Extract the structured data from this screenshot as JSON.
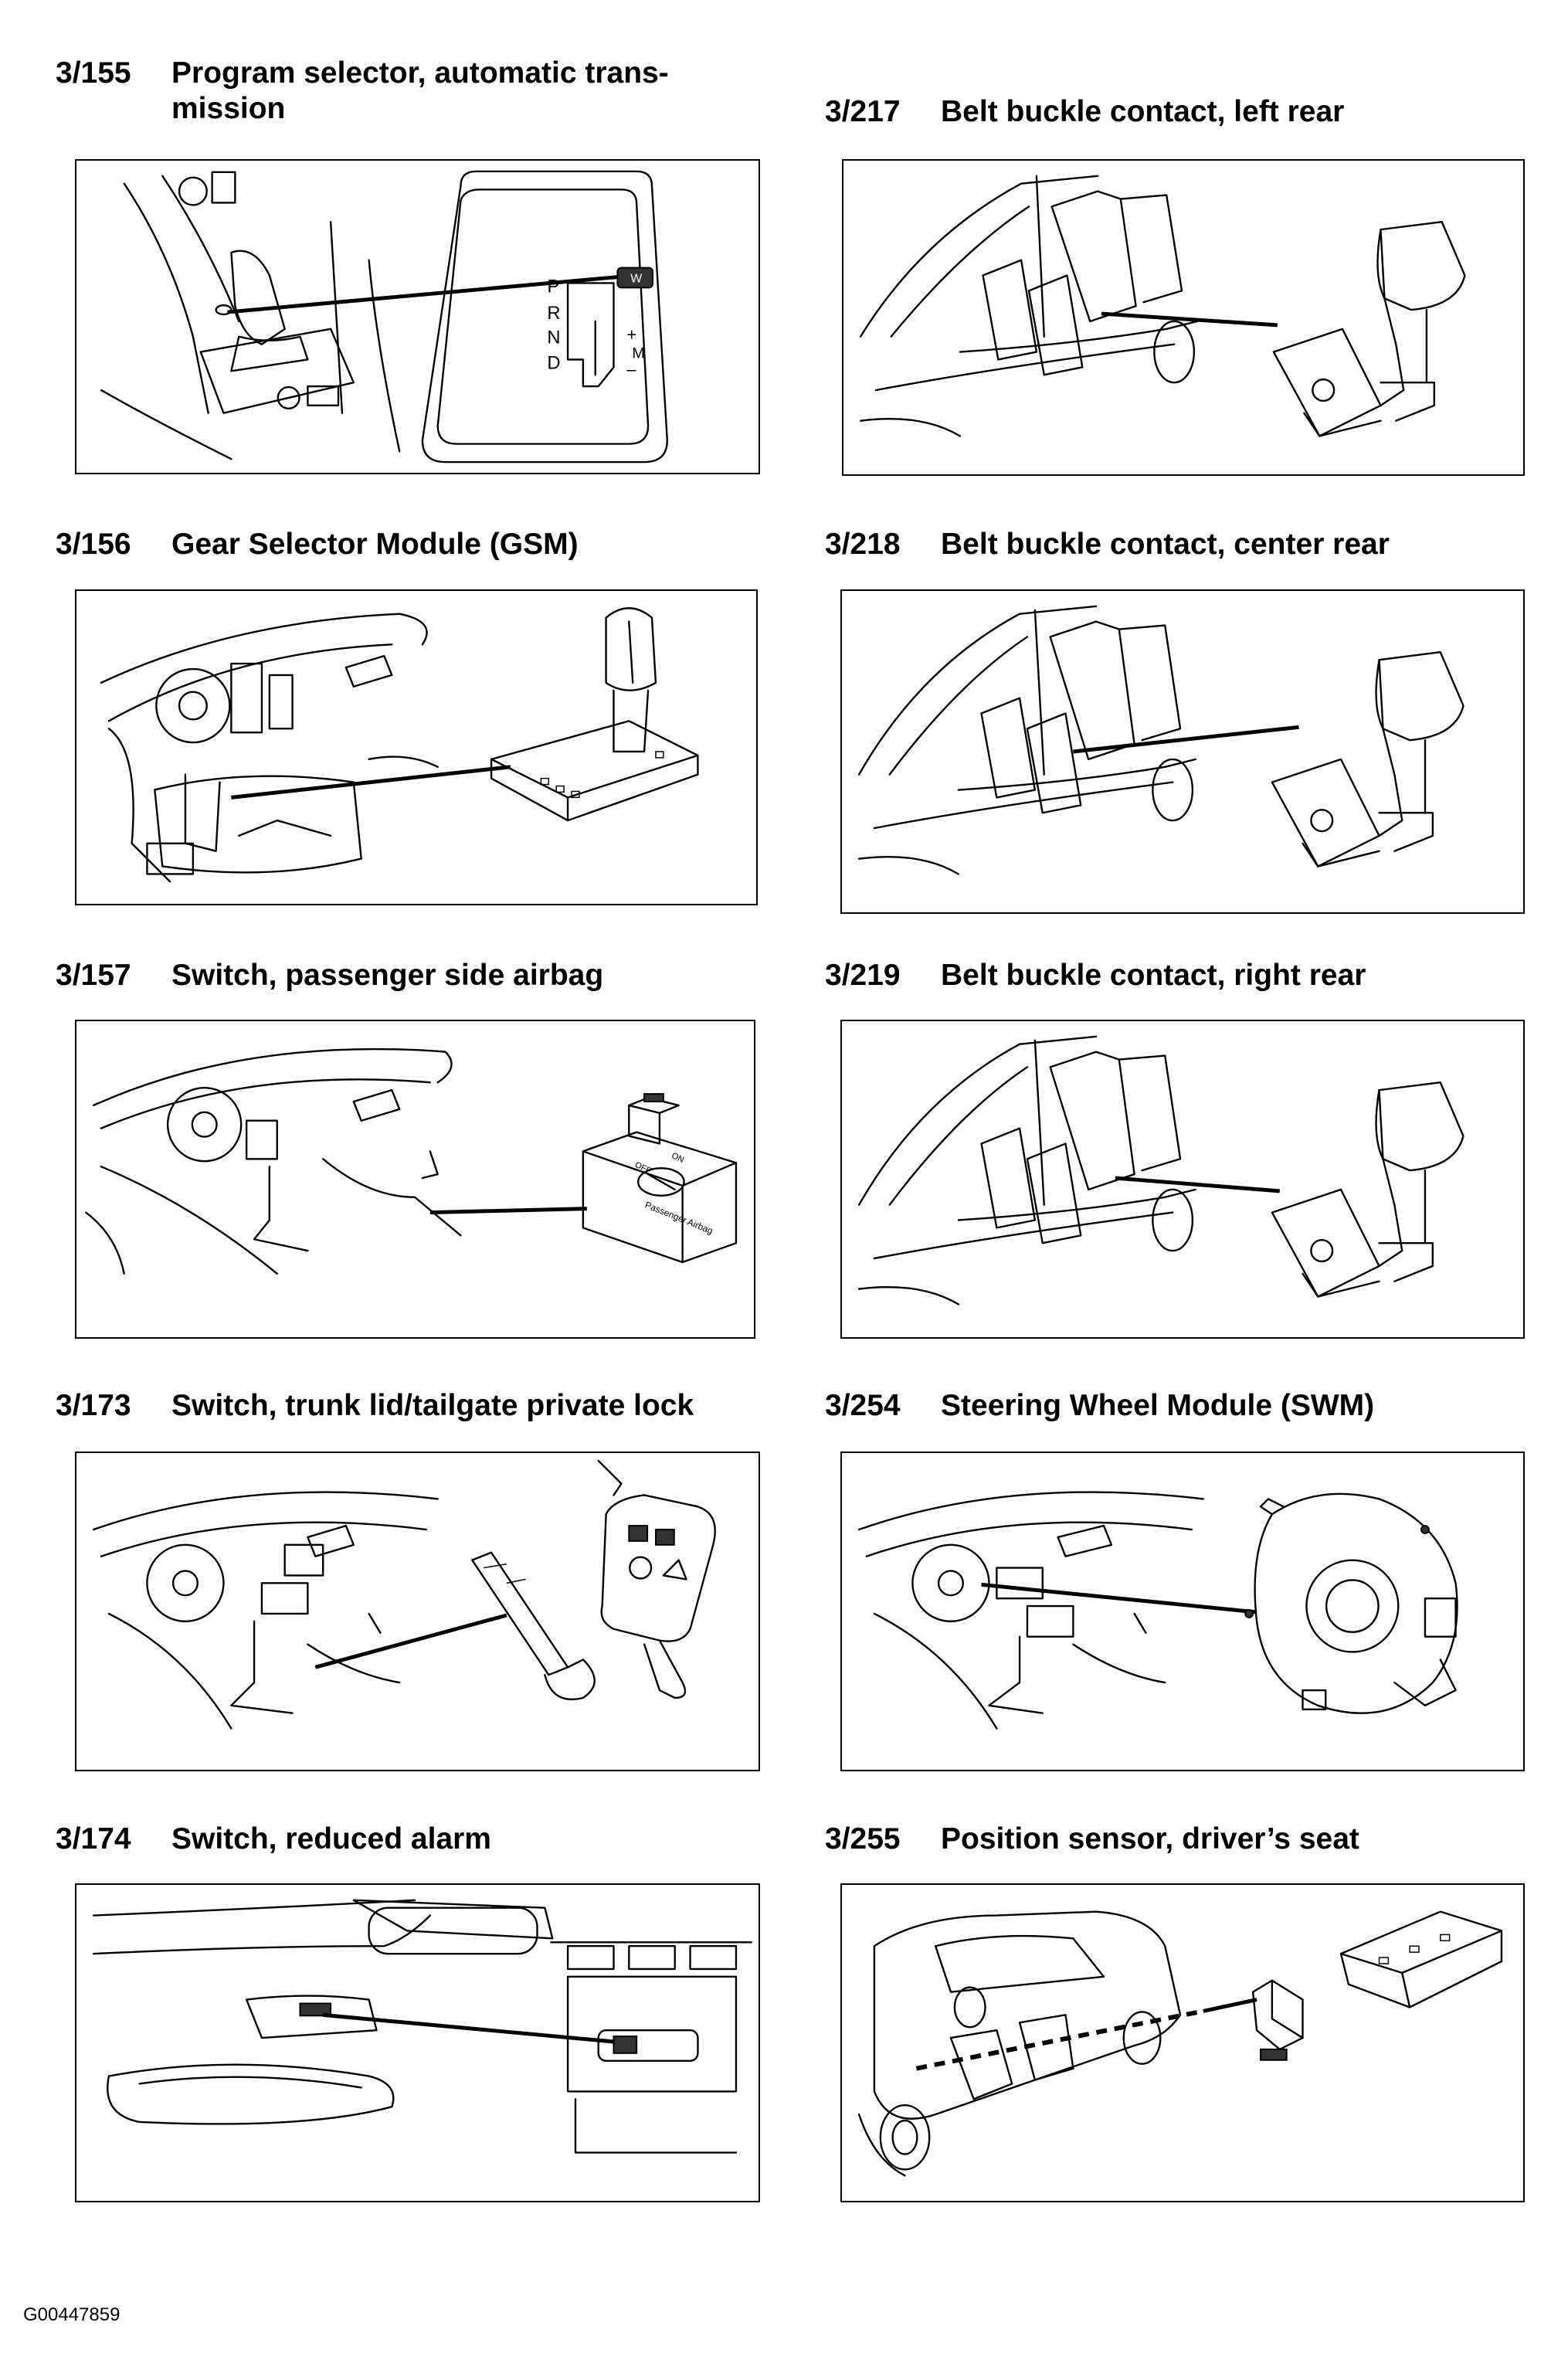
{
  "items": [
    {
      "code": "3/155",
      "title": "Program selector, automatic trans-\nmission"
    },
    {
      "code": "3/156",
      "title": "Gear Selector Module (GSM)"
    },
    {
      "code": "3/157",
      "title": "Switch, passenger side airbag"
    },
    {
      "code": "3/173",
      "title": "Switch, trunk lid/tailgate private lock"
    },
    {
      "code": "3/174",
      "title": "Switch, reduced alarm"
    },
    {
      "code": "3/217",
      "title": "Belt buckle contact, left rear"
    },
    {
      "code": "3/218",
      "title": "Belt buckle contact, center rear"
    },
    {
      "code": "3/219",
      "title": "Belt buckle contact, right rear"
    },
    {
      "code": "3/254",
      "title": "Steering Wheel Module (SWM)"
    },
    {
      "code": "3/255",
      "title": "Position sensor, driver’s seat"
    }
  ],
  "gear_labels": {
    "p": "P",
    "r": "R",
    "n": "N",
    "d": "D",
    "plus": "+",
    "minus": "–",
    "m": "M",
    "w": "W"
  },
  "airbag_switch_text": {
    "off": "OFF",
    "on": "ON",
    "label": "Passenger Airbag"
  },
  "figure_id": "G00447859"
}
